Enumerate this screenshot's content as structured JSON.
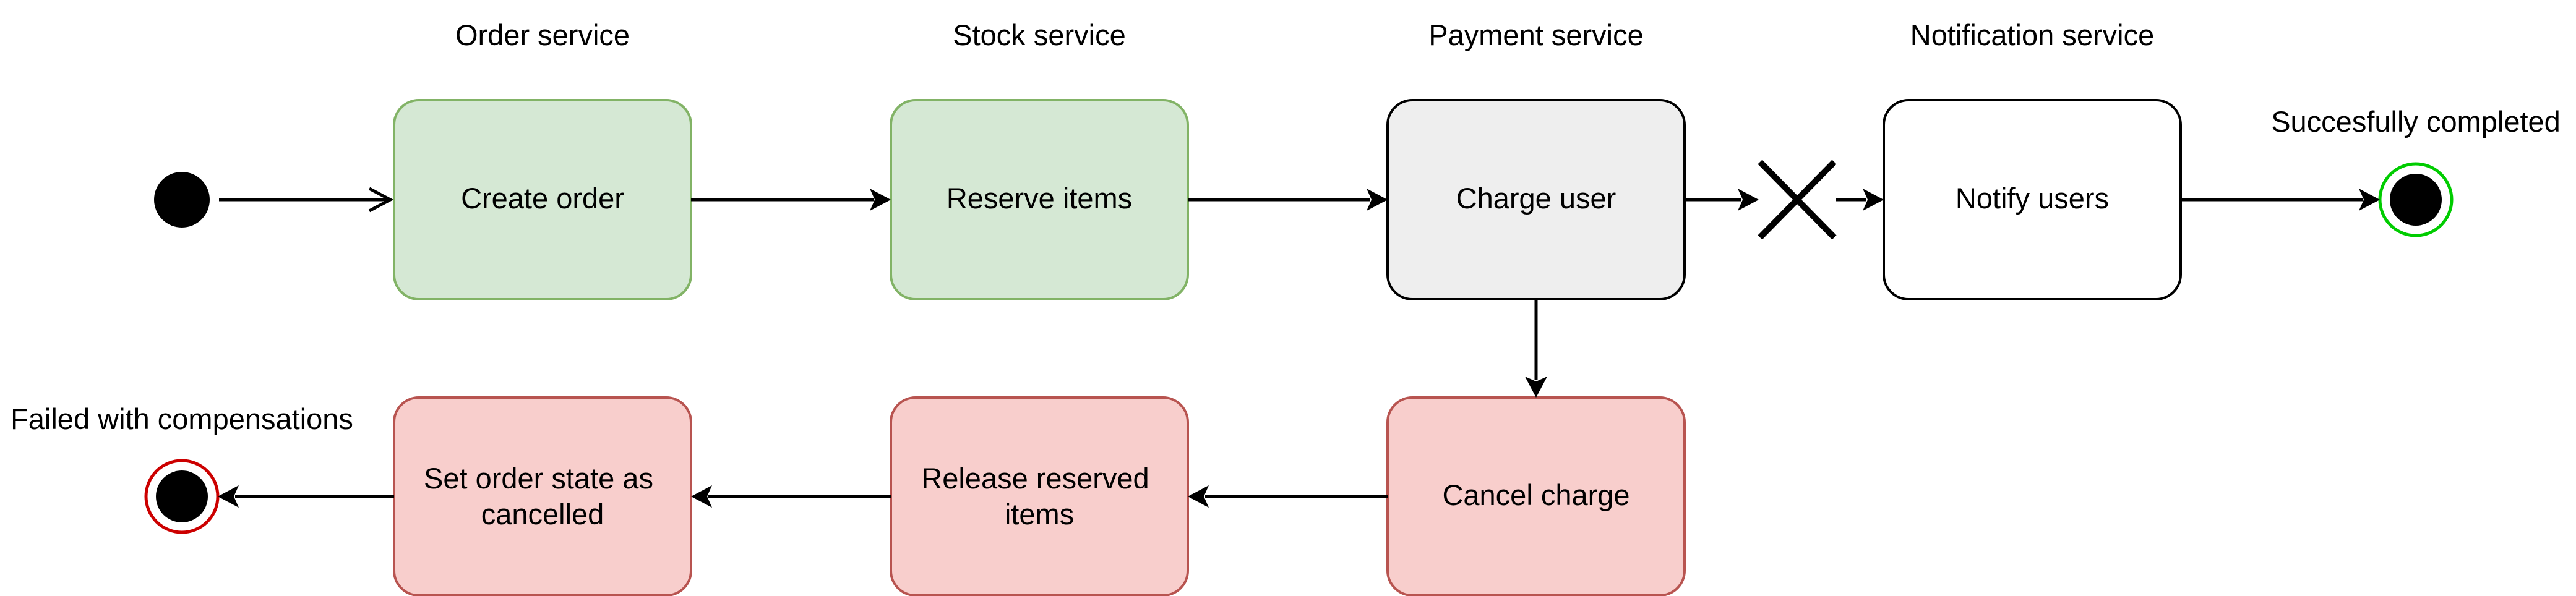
{
  "lanes": {
    "order": "Order service",
    "stock": "Stock service",
    "payment": "Payment service",
    "notification": "Notification service"
  },
  "nodes": {
    "create_order": "Create order",
    "reserve_items": "Reserve items",
    "charge_user": "Charge user",
    "notify_users": "Notify users",
    "cancel_charge": "Cancel charge",
    "release_reserved": [
      "Release reserved",
      "items"
    ],
    "set_order_cancelled": [
      "Set order state as",
      "cancelled"
    ]
  },
  "end_states": {
    "success": "Succesfully completed",
    "failure": "Failed with compensations"
  },
  "colors": {
    "success_fill": "#d5e8d4",
    "success_stroke": "#82b366",
    "neutral_fill": "#eeeeee",
    "neutral_stroke": "#000000",
    "plain_fill": "#ffffff",
    "fail_fill": "#f8cecc",
    "fail_stroke": "#b85450",
    "success_ring": "#00cc00",
    "fail_ring": "#cc0000"
  }
}
